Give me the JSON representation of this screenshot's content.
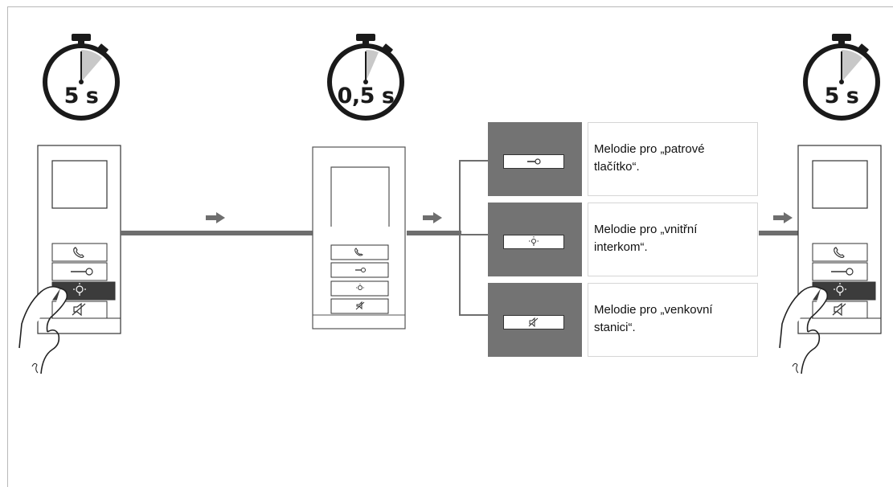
{
  "timers": [
    {
      "id": "timer-1",
      "label": "5 s"
    },
    {
      "id": "timer-2",
      "label": "0,5 s"
    },
    {
      "id": "timer-3",
      "label": "5 s"
    }
  ],
  "options": [
    {
      "icon": "key-icon",
      "text": "Melodie pro „patrové tlačítko“."
    },
    {
      "icon": "light-icon",
      "text": "Melodie pro „vnitřní interkom“."
    },
    {
      "icon": "mute-icon",
      "text": "Melodie pro „venkovní stanici“."
    }
  ],
  "device_buttons": [
    "phone-icon",
    "key-icon",
    "light-icon",
    "mute-icon"
  ],
  "colors": {
    "line": "#6e6e6e",
    "option_box": "#737373",
    "pressed_button": "#3c3c3c"
  }
}
